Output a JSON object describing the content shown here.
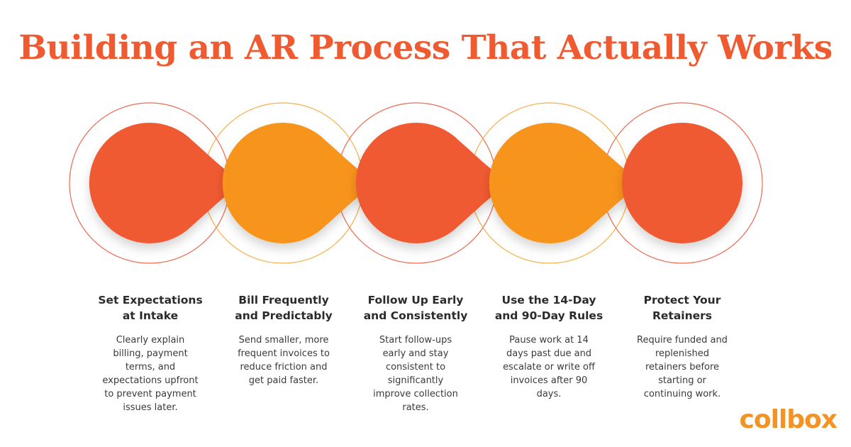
{
  "title": "Building an AR Process That Actually Works",
  "colors": {
    "title": "#f05a30",
    "red": "#f05a30",
    "orange": "#f7941d",
    "ring_red": "#ee6a52",
    "ring_orange": "#f6b04a",
    "text": "#2b2b2b",
    "logo": "#f29323"
  },
  "steps": [
    {
      "title_line1": "Set Expectations",
      "title_line2": "at Intake",
      "desc": [
        "Clearly explain",
        "billing, payment",
        "terms, and",
        "expectations upfront",
        "to prevent payment",
        "issues later."
      ],
      "color": "red"
    },
    {
      "title_line1": "Bill Frequently",
      "title_line2": "and Predictably",
      "desc": [
        "Send smaller, more",
        "frequent invoices to",
        "reduce friction and",
        "get paid faster."
      ],
      "color": "orange"
    },
    {
      "title_line1": "Follow Up Early",
      "title_line2": "and Consistently",
      "desc": [
        "Start follow-ups",
        "early and stay",
        "consistent to",
        "significantly",
        "improve collection",
        "rates."
      ],
      "color": "red"
    },
    {
      "title_line1": "Use the 14-Day",
      "title_line2": "and 90-Day Rules",
      "desc": [
        "Pause work at 14",
        "days past due and",
        "escalate or write off",
        "invoices after 90",
        "days."
      ],
      "color": "orange"
    },
    {
      "title_line1": "Protect Your",
      "title_line2": "Retainers",
      "desc": [
        "Require funded and",
        "replenished",
        "retainers before",
        "starting or",
        "continuing work."
      ],
      "color": "red"
    }
  ],
  "logo": "collbox"
}
